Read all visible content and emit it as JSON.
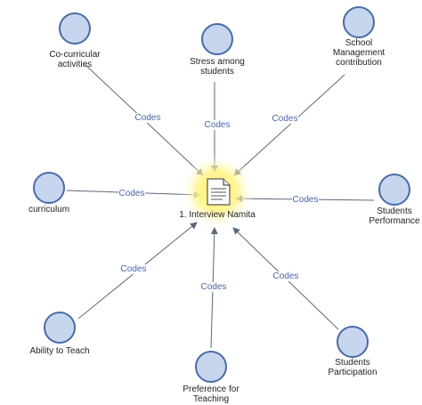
{
  "center": {
    "label": "1. Interview Namita",
    "icon": "document-icon",
    "glow_color": "#fff36a"
  },
  "edge_label": "Codes",
  "colors": {
    "node_fill": "#c6d6ef",
    "node_stroke": "#4b6aa6",
    "edge": "#5a6a7a",
    "edge_label": "#4a64a8"
  },
  "codes": [
    {
      "id": "co-curricular",
      "lines": [
        "Co-curricular",
        "activities"
      ]
    },
    {
      "id": "stress",
      "lines": [
        "Stress among",
        "students"
      ]
    },
    {
      "id": "school-management",
      "lines": [
        "School",
        "Management",
        "contribution"
      ]
    },
    {
      "id": "curriculum",
      "lines": [
        "curriculum"
      ]
    },
    {
      "id": "students-performance",
      "lines": [
        "Students",
        "Performance"
      ]
    },
    {
      "id": "ability",
      "lines": [
        "Ability to Teach"
      ]
    },
    {
      "id": "preference",
      "lines": [
        "Preference for",
        "Teaching"
      ]
    },
    {
      "id": "participation",
      "lines": [
        "Students",
        "Participation"
      ]
    }
  ]
}
